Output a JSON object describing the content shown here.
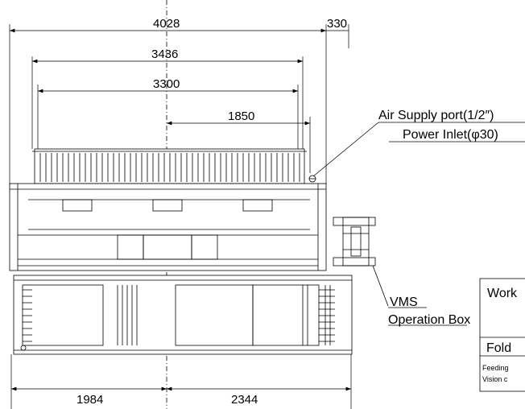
{
  "dimensions": {
    "overall_width": "4028",
    "side_offset": "330",
    "frame_width": "3436",
    "inner_width": "3300",
    "half_width": "1850",
    "left_section": "1984",
    "right_section": "2344"
  },
  "callouts": {
    "air_supply": "Air Supply port",
    "air_supply_spec": "(1/2″)",
    "power_inlet": "Power Inlet",
    "power_inlet_spec": "(φ30)",
    "vms_line1": "VMS",
    "vms_line2": "Operation Box"
  },
  "title_block": {
    "work": "Work",
    "fold": "Fold",
    "feeding": "Feeding",
    "vision": "Vision c"
  }
}
